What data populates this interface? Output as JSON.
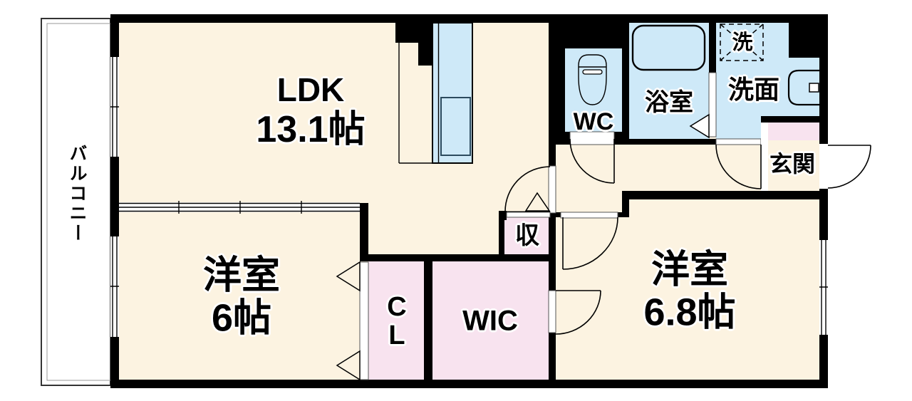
{
  "plan": {
    "rooms": {
      "balcony": {
        "label": "バルコニー"
      },
      "ldk": {
        "label": "LDK",
        "size": "13.1帖"
      },
      "bedroom1": {
        "label": "洋室",
        "size": "6帖"
      },
      "bedroom2": {
        "label": "洋室",
        "size": "6.8帖"
      },
      "closet": {
        "label": "CL"
      },
      "walk_in_closet": {
        "label": "WIC"
      },
      "storage": {
        "label": "収"
      },
      "toilet": {
        "label": "WC"
      },
      "bathroom": {
        "label": "浴室"
      },
      "washroom": {
        "label": "洗面"
      },
      "washer": {
        "label": "洗"
      },
      "entrance": {
        "label": "玄関"
      }
    },
    "icons": {
      "toilet": "toilet-icon",
      "bathtub": "bathtub-icon",
      "washbasin": "washbasin-icon",
      "washing_machine": "washing-machine-icon",
      "kitchen_counter": "kitchen-counter-icon"
    },
    "colors": {
      "room_floor": "#FCF3E1",
      "wet_area": "#CEE9F8",
      "storage_area": "#F8E3EF",
      "wall": "#000000",
      "background": "#FFFFFF"
    }
  }
}
